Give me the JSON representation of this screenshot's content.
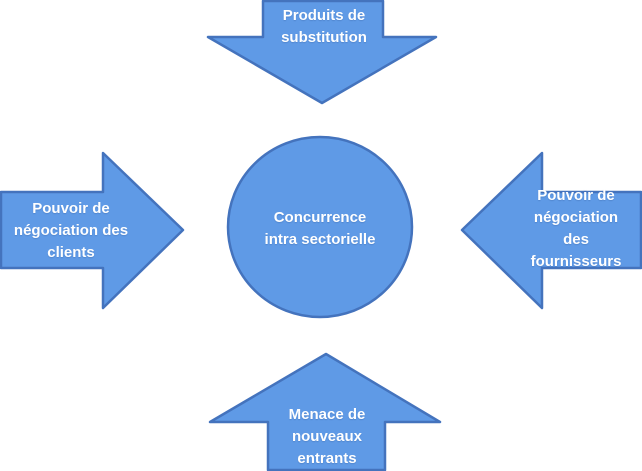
{
  "colors": {
    "background": "#FFFFFF",
    "shape_fill": "#5F9AE6",
    "shape_border": "#4473BD",
    "label_text": "#FFFFFF"
  },
  "center": {
    "label": "Concurrence\nintra sectorielle"
  },
  "forces": {
    "top": {
      "label": "Produits de\nsubstitution",
      "direction": "down"
    },
    "left": {
      "label": "Pouvoir de\nnégociation des\nclients",
      "direction": "right"
    },
    "right": {
      "label": "Pouvoir de\nnégociation des\nfournisseurs",
      "direction": "left"
    },
    "bottom": {
      "label": "Menace de\nnouveaux\nentrants",
      "direction": "up"
    }
  }
}
